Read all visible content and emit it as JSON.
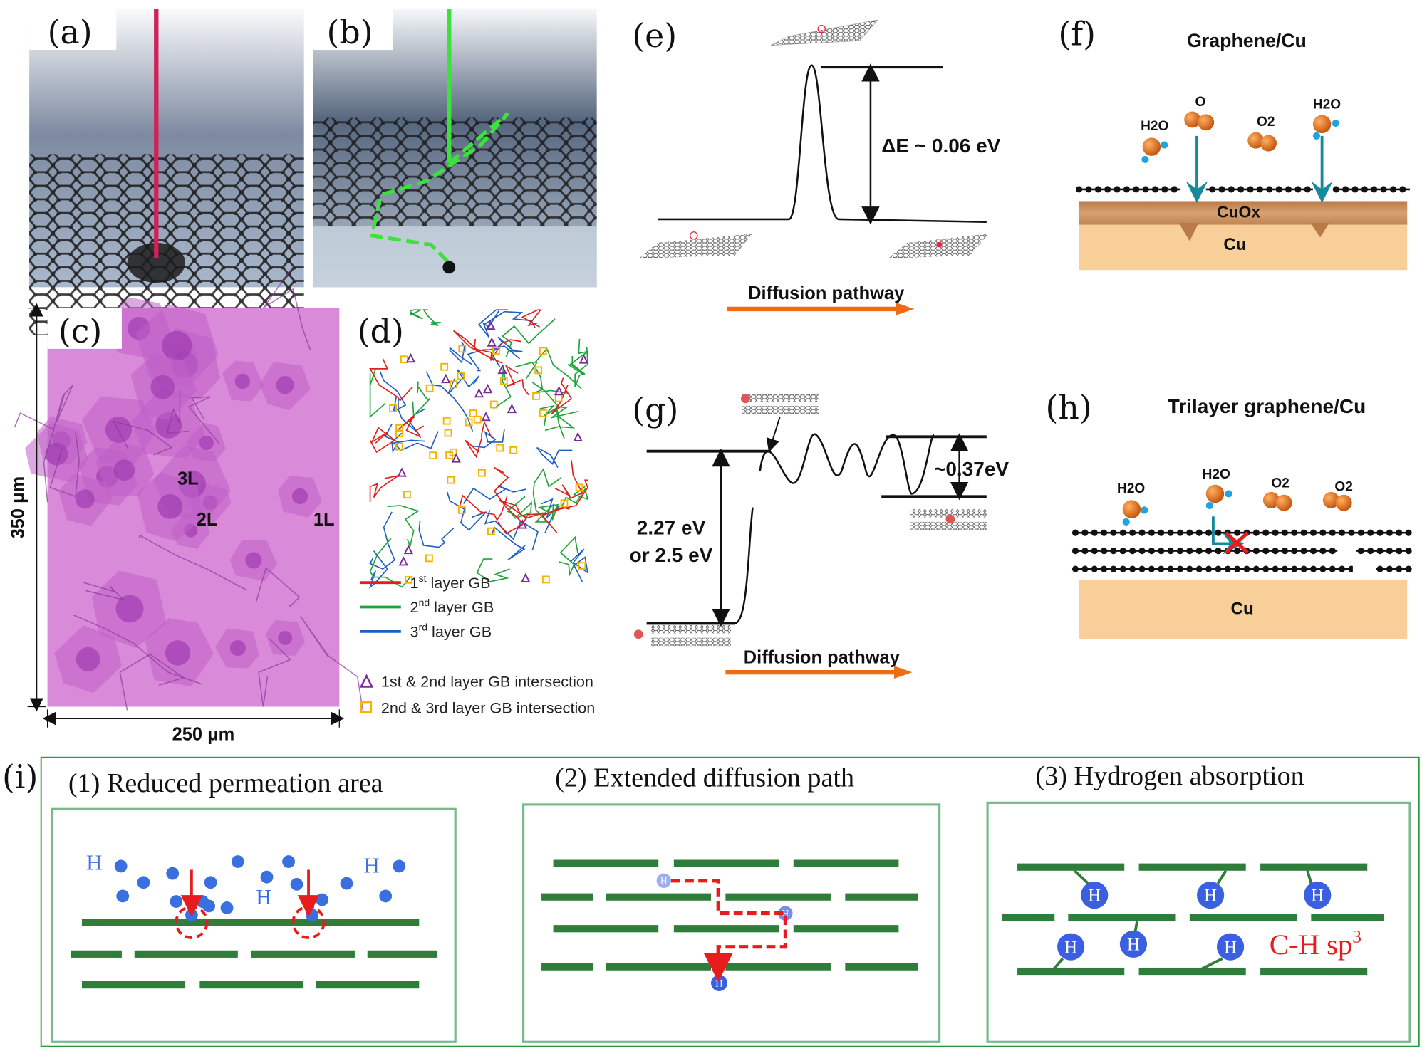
{
  "panels": {
    "a": {
      "label": "(a)"
    },
    "b": {
      "label": "(b)"
    },
    "c": {
      "label": "(c)",
      "height_label": "350 μm",
      "width_label": "250 μm",
      "layer_labels": [
        "3L",
        "2L",
        "1L"
      ]
    },
    "d": {
      "label": "(d)",
      "legend": [
        {
          "text": "1st layer GB",
          "sup": "st",
          "pre": "1",
          "post": " layer GB",
          "color": "#e0201c"
        },
        {
          "text": "2nd layer GB",
          "sup": "nd",
          "pre": "2",
          "post": " layer GB",
          "color": "#1fa33a"
        },
        {
          "text": "3rd layer GB",
          "sup": "rd",
          "pre": "3",
          "post": " layer GB",
          "color": "#1f5fbf"
        },
        {
          "text": "1st & 2nd layer GB intersection",
          "marker": "triangle",
          "color": "#7a2a9a"
        },
        {
          "text": "2nd & 3rd layer GB intersection",
          "marker": "square",
          "color": "#f5b400"
        }
      ]
    },
    "e": {
      "label": "(e)",
      "energy": "ΔE ~ 0.06 eV",
      "xlabel": "Diffusion pathway"
    },
    "f": {
      "label": "(f)",
      "title": "Graphene/Cu",
      "species": [
        "H2O",
        "O",
        "O2",
        "H2O"
      ],
      "oxide": "CuOx",
      "substrate": "Cu"
    },
    "g": {
      "label": "(g)",
      "energy_left_1": "2.27 eV",
      "energy_left_2": "or 2.5 eV",
      "energy_right": "~0.37eV",
      "xlabel": "Diffusion pathway"
    },
    "h": {
      "label": "(h)",
      "title": "Trilayer graphene/Cu",
      "species": [
        "H2O",
        "H2O",
        "O2",
        "O2"
      ],
      "substrate": "Cu"
    },
    "i": {
      "label": "(i)",
      "sub1": "(1) Reduced permeation area",
      "sub2": "(2) Extended diffusion path",
      "sub3": "(3) Hydrogen absorption",
      "h": "H",
      "ch": "C-H sp",
      "ch_sup": "3"
    }
  },
  "colors": {
    "graphene_green": "#2e7d3a",
    "hydrogen_blue": "#3a6fe0",
    "arrow_red": "#e81c1c",
    "copper": "#f8cf98",
    "teal_arrow": "#16899a",
    "orange_arrow": "#ef6c12"
  }
}
